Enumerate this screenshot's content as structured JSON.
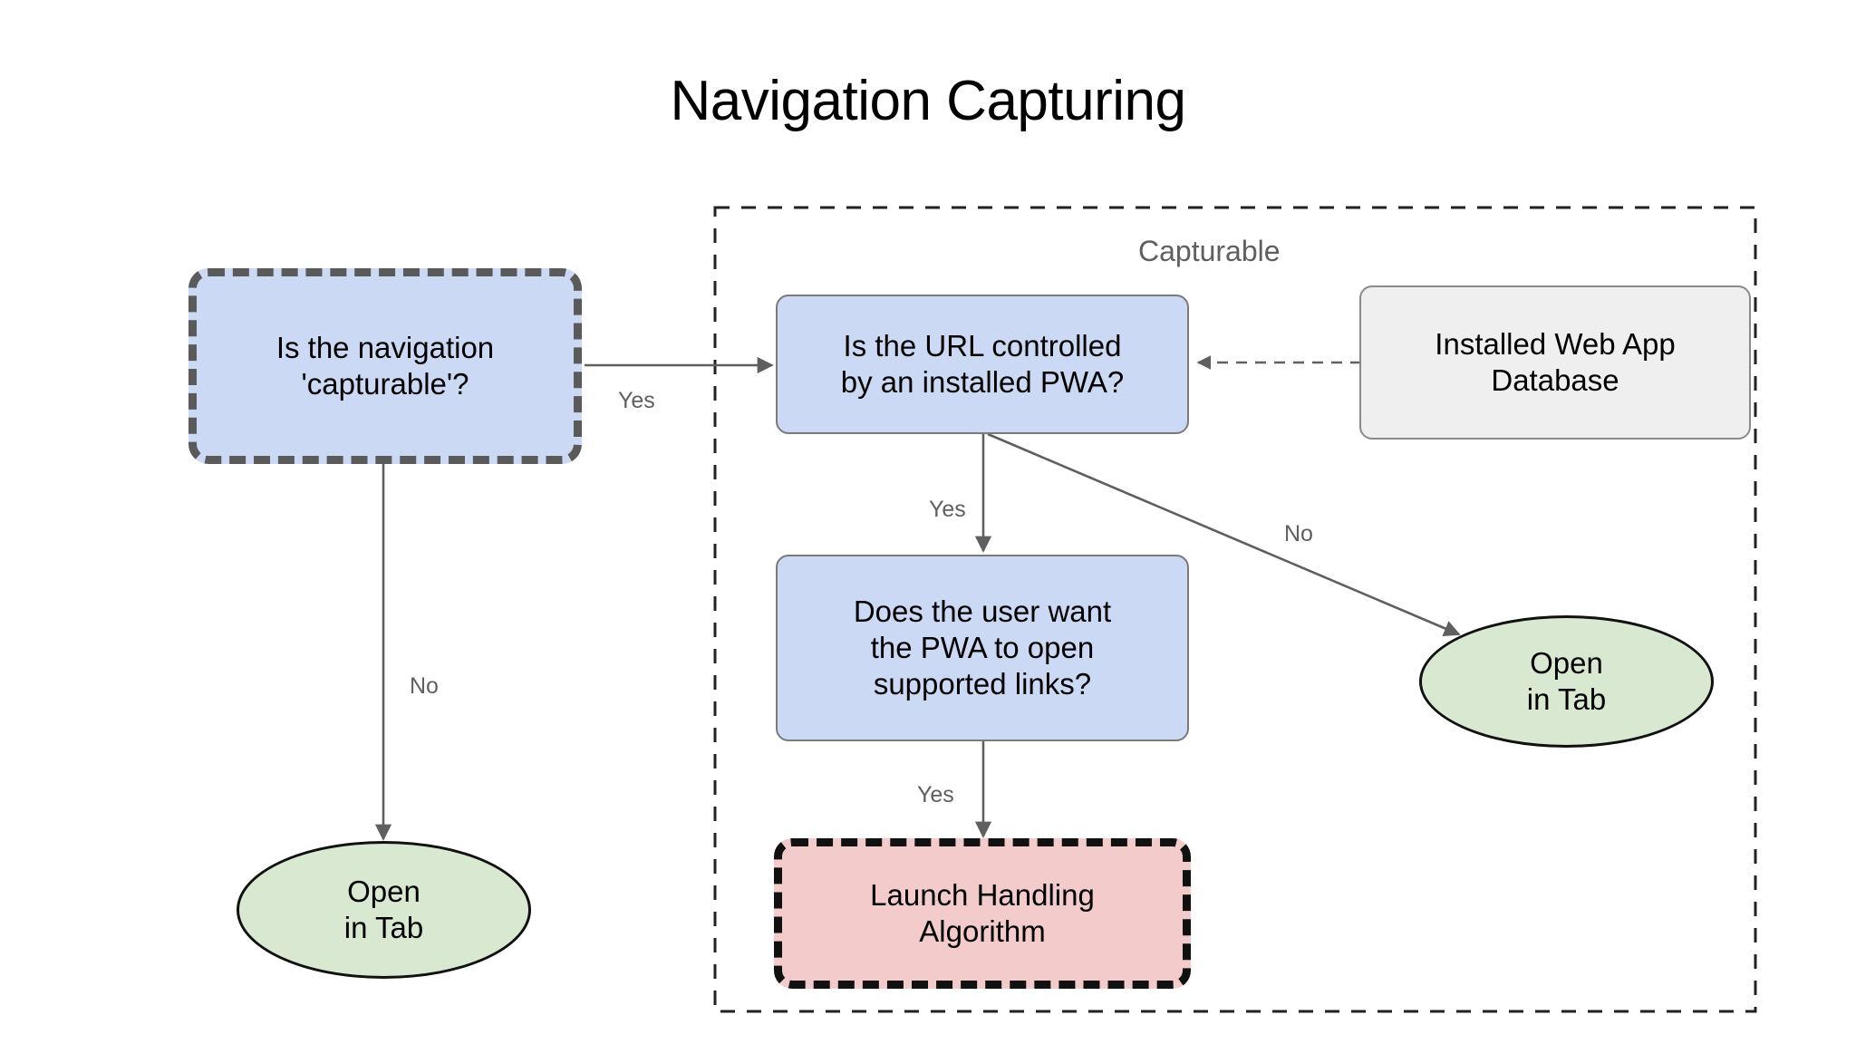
{
  "diagram": {
    "title": "Navigation Capturing",
    "type": "flowchart",
    "colors": {
      "decision_fill": "#ccd9f5",
      "datastore_fill": "#efefef",
      "terminal_fill": "#d9e8d0",
      "process_fill": "#f4cbcb",
      "edge_stroke": "#5f5f5f",
      "highlight_border": "#5a5a5a",
      "emphasis_border": "#111111",
      "group_border": "#222222"
    },
    "group": {
      "label": "Capturable",
      "style": "dashed"
    },
    "nodes": [
      {
        "id": "is-navigation-capturable",
        "label": "Is the navigation\n'capturable'?",
        "shape": "rounded-rect",
        "style": "blue-dashed-highlight"
      },
      {
        "id": "is-url-controlled",
        "label": "Is the URL controlled\nby an installed PWA?",
        "shape": "rounded-rect",
        "style": "blue-solid"
      },
      {
        "id": "installed-web-app-database",
        "label": "Installed Web App\nDatabase",
        "shape": "rounded-rect",
        "style": "gray-solid"
      },
      {
        "id": "does-user-want-pwa-open-links",
        "label": "Does the user want\nthe PWA to open\nsupported links?",
        "shape": "rounded-rect",
        "style": "blue-solid"
      },
      {
        "id": "launch-handling-algorithm",
        "label": "Launch Handling\nAlgorithm",
        "shape": "rounded-rect",
        "style": "pink-dashed-highlight"
      },
      {
        "id": "open-in-tab-left",
        "label": "Open\nin Tab",
        "shape": "ellipse",
        "style": "green"
      },
      {
        "id": "open-in-tab-right",
        "label": "Open\nin Tab",
        "shape": "ellipse",
        "style": "green"
      }
    ],
    "edges": [
      {
        "id": "capturable-yes",
        "from": "is-navigation-capturable",
        "to": "is-url-controlled",
        "label": "Yes",
        "style": "solid"
      },
      {
        "id": "capturable-no",
        "from": "is-navigation-capturable",
        "to": "open-in-tab-left",
        "label": "No",
        "style": "solid"
      },
      {
        "id": "url-controlled-yes",
        "from": "is-url-controlled",
        "to": "does-user-want-pwa-open-links",
        "label": "Yes",
        "style": "solid"
      },
      {
        "id": "url-controlled-no",
        "from": "is-url-controlled",
        "to": "open-in-tab-right",
        "label": "No",
        "style": "solid"
      },
      {
        "id": "user-want-yes",
        "from": "does-user-want-pwa-open-links",
        "to": "launch-handling-algorithm",
        "label": "Yes",
        "style": "solid"
      },
      {
        "id": "database-lookup",
        "from": "installed-web-app-database",
        "to": "is-url-controlled",
        "label": "",
        "style": "dashed"
      }
    ]
  }
}
